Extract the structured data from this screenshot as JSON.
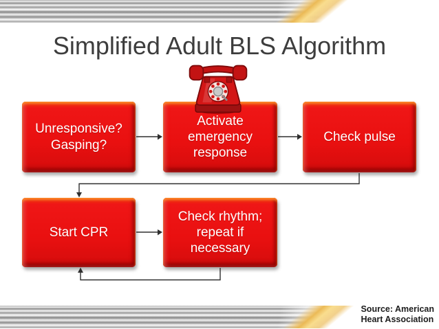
{
  "slide": {
    "title": "Simplified Adult BLS Algorithm",
    "source": "Source: American\nHeart Association"
  },
  "flowchart": {
    "row1": [
      {
        "label": "Unresponsive?\nGasping?"
      },
      {
        "label": "Activate\nemergency\nresponse"
      },
      {
        "label": "Check pulse"
      }
    ],
    "row2": [
      {
        "label": "Start CPR"
      },
      {
        "label": "Check rhythm;\nrepeat if\nnecessary"
      }
    ],
    "icon": "red-rotary-phone"
  },
  "colors": {
    "box_red": "#e91010",
    "box_top_bevel": "#e8641a",
    "title_text": "#3d3d3d",
    "arrow": "#2f2f2f",
    "gold_accent": "#e9b74e",
    "stripe_gray": "#8d8d8d",
    "source_text": "#1c1c1c",
    "box_label_text": "#ffffff"
  }
}
